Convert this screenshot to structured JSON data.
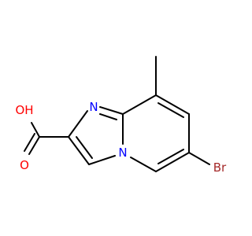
{
  "molecule": {
    "atoms": [
      {
        "label": "O",
        "color": "#ff0000"
      },
      {
        "label": "OH",
        "color": "#ff0000"
      },
      {
        "label": "N",
        "color": "#0000ff"
      },
      {
        "label": "N",
        "color": "#0000ff"
      },
      {
        "label": "Br",
        "color": "#a52a2a"
      }
    ],
    "bond_color": "#000000"
  }
}
